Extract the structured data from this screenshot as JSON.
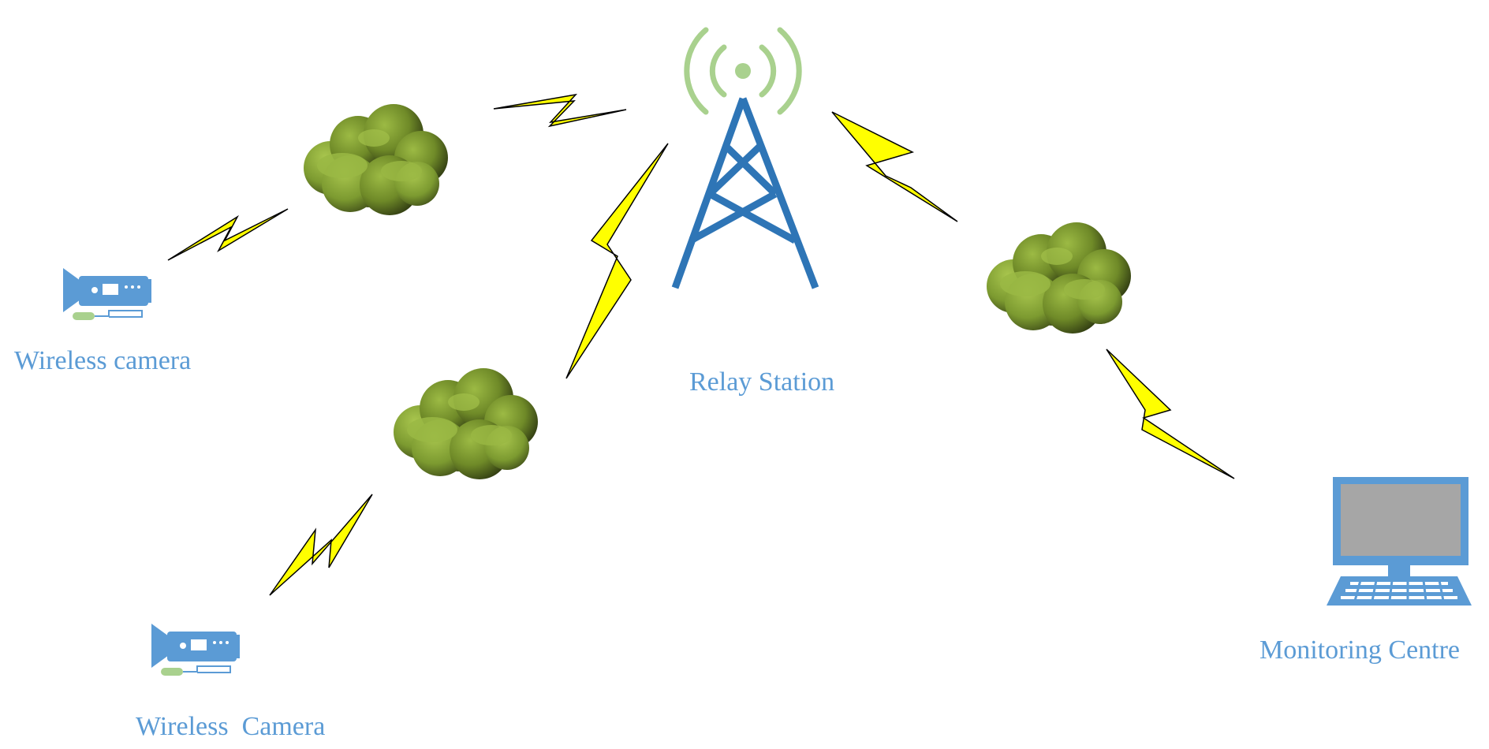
{
  "labels": {
    "camera_1": "Wireless camera",
    "camera_2": "Wireless  Camera",
    "relay_station": "Relay Station",
    "monitoring_centre": "Monitoring Centre"
  },
  "colors": {
    "label_text": "#5b9bd5",
    "camera_body": "#5b9bd5",
    "camera_led": "#a9d18e",
    "tower": "#2e75b6",
    "tower_signal": "#a9d18e",
    "lightning_fill": "#ffff00",
    "lightning_stroke": "#000000",
    "foliage_light": "#8faa3a",
    "foliage_dark": "#2b3510",
    "monitor_frame": "#5b9bd5",
    "monitor_screen": "#a6a6a6"
  },
  "icons": {
    "camera": "video-camera-icon",
    "tower": "radio-tower-icon",
    "signal": "wireless-signal-icon",
    "link": "lightning-bolt-icon",
    "node": "tree-icon",
    "monitor": "computer-monitor-icon"
  }
}
